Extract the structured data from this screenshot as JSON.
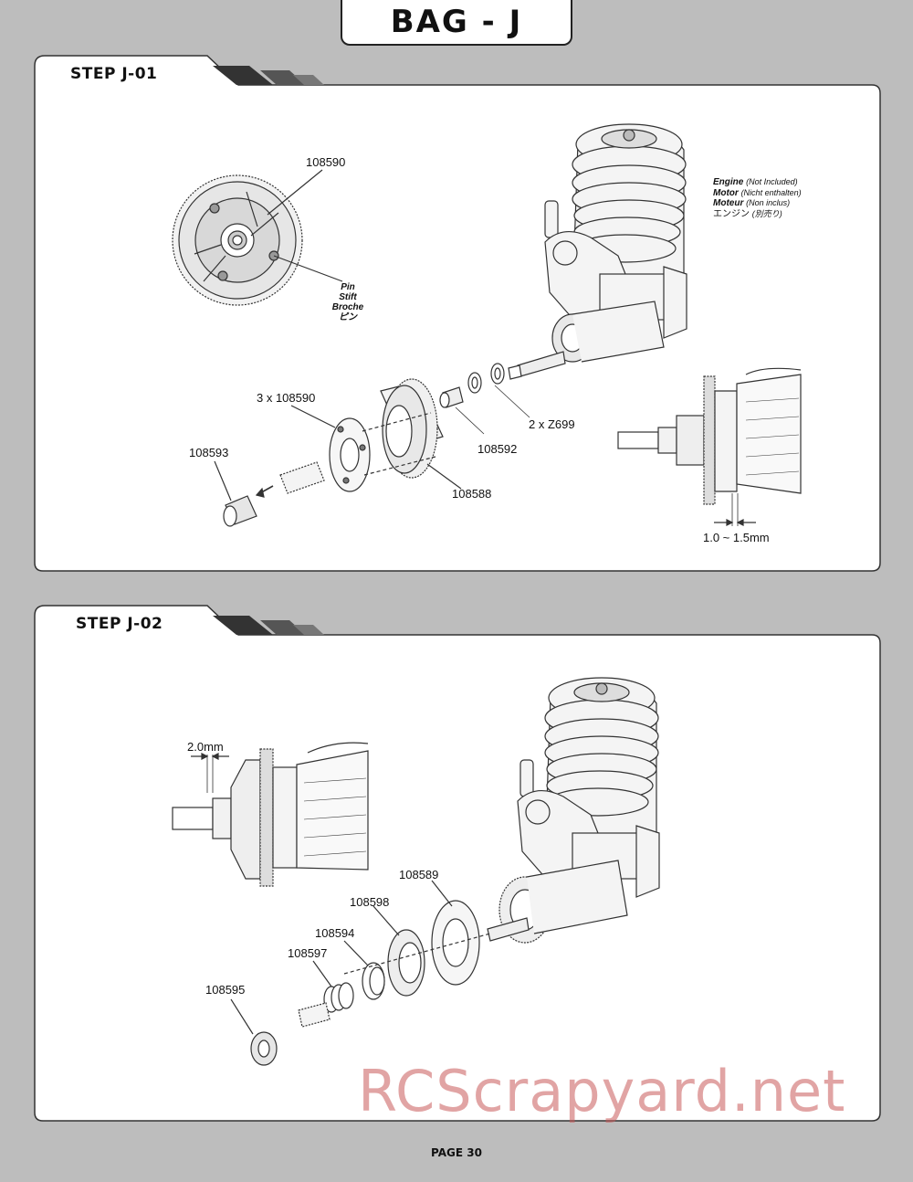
{
  "header": {
    "bag_title": "BAG - J"
  },
  "step1": {
    "title": "STEP J-01",
    "labels": {
      "part_108590_top": "108590",
      "pin_lines": [
        "Pin",
        "Stift",
        "Broche",
        "ピン"
      ],
      "engine_lines": [
        {
          "name": "Engine",
          "note": "(Not Included)"
        },
        {
          "name": "Motor",
          "note": "(Nicht enthalten)"
        },
        {
          "name": "Moteur",
          "note": "(Non inclus)"
        },
        {
          "name": "エンジン",
          "note": "(別売り)"
        }
      ],
      "part_3x108590": "3 x 108590",
      "part_108593": "108593",
      "part_108592": "108592",
      "part_2xz699": "2 x Z699",
      "part_108588": "108588",
      "gap": "1.0 ~ 1.5mm"
    }
  },
  "step2": {
    "title": "STEP J-02",
    "labels": {
      "gap": "2.0mm",
      "part_108589": "108589",
      "part_108598": "108598",
      "part_108594": "108594",
      "part_108597": "108597",
      "part_108595": "108595"
    }
  },
  "watermark": "RCScrapyard.net",
  "footer": {
    "page": "PAGE 30"
  }
}
